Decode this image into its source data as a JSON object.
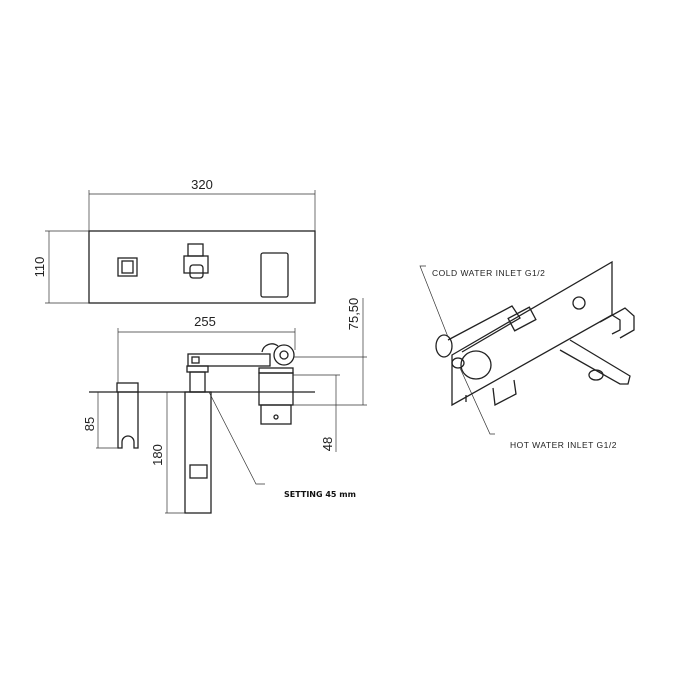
{
  "dimensions": {
    "panel_width": "320",
    "panel_height": "110",
    "projection": "255",
    "lever_height": "75,50",
    "holder_depth": "85",
    "spout_length": "180",
    "cartridge_depth": "48"
  },
  "notes": {
    "setting": "SETTING  45 mm",
    "cold_inlet": "COLD WATER INLET  G1/2",
    "hot_inlet": "HOT WATER INLET G1/2"
  }
}
